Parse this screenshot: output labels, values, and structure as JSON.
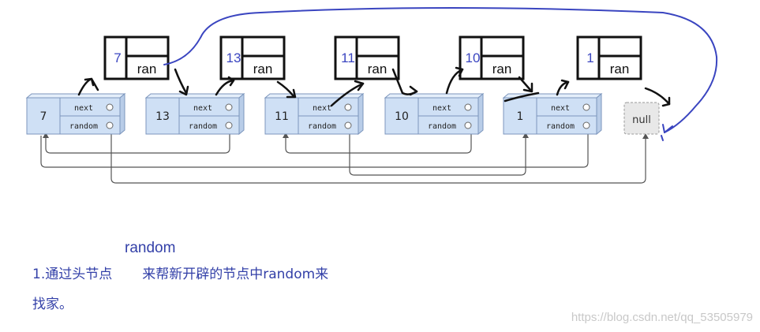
{
  "diagram": {
    "original_nodes": [
      {
        "value": "7",
        "next_label": "next",
        "random_label": "random"
      },
      {
        "value": "13",
        "next_label": "next",
        "random_label": "random"
      },
      {
        "value": "11",
        "next_label": "next",
        "random_label": "random"
      },
      {
        "value": "10",
        "next_label": "next",
        "random_label": "random"
      },
      {
        "value": "1",
        "next_label": "next",
        "random_label": "random"
      }
    ],
    "null_label": "null",
    "copy_nodes": [
      {
        "value": "7",
        "field": "ran"
      },
      {
        "value": "13",
        "field": "ran"
      },
      {
        "value": "11",
        "field": "ran"
      },
      {
        "value": "10",
        "field": "ran"
      },
      {
        "value": "1",
        "field": "ran"
      }
    ]
  },
  "notes": {
    "random_word": "random",
    "line1_a": "1.通过头节点",
    "line1_b": "来帮新开辟的节点中random来",
    "line2": "找家。"
  },
  "watermark": "https://blog.csdn.net/qq_53505979",
  "colors": {
    "node_fill": "#cfe0f5",
    "node_stroke": "#7c96bd",
    "ink": "#111111",
    "pen_blue": "#3a45c0",
    "connector": "#555555"
  }
}
